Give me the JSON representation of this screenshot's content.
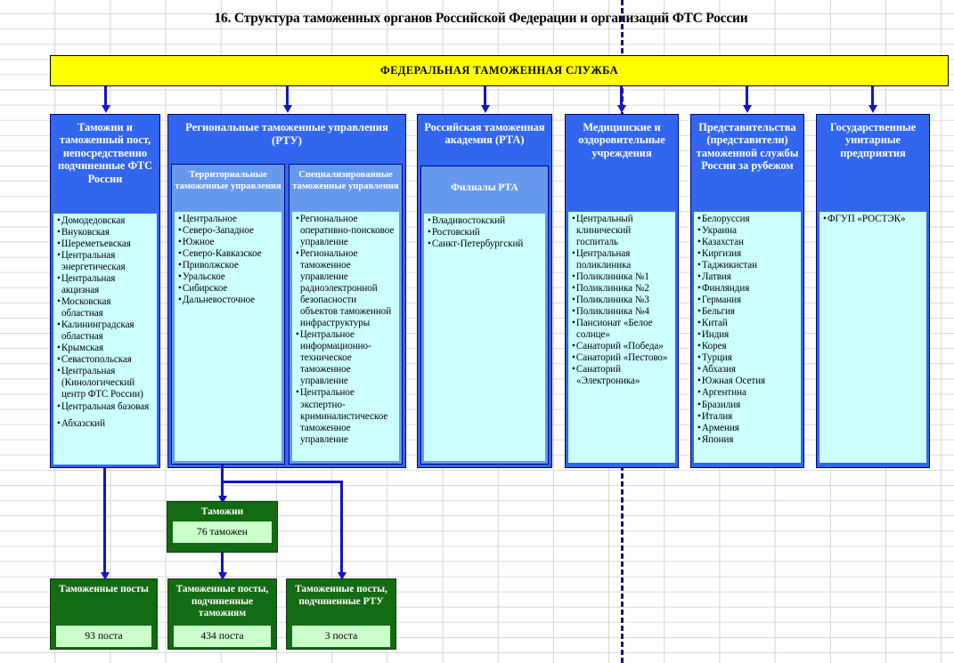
{
  "title": "16. Структура таможенных органов Российской Федерации и организаций ФТС России",
  "root": {
    "label": "ФЕДЕРАЛЬНАЯ ТАМОЖЕННАЯ СЛУЖБА",
    "color": "#ffff00"
  },
  "colors": {
    "header_blue": "#3366ee",
    "sub_blue": "#6699ee",
    "list_bg": "#ccffff",
    "green": "#136b13",
    "green_value_bg": "#ccffcc",
    "arrow": "#1414c8",
    "grid": "#d9d9d9"
  },
  "columns": [
    {
      "header": "Таможни и таможенный пост, непосредственно подчиненные ФТС России",
      "items": [
        "Домодедовская",
        "Внуковская",
        "Шереметьевская",
        "Центральная энергетическая",
        "Центральная акцизная",
        "Московская областная",
        "Калининградская областная",
        "Крымская",
        "Севастопольская",
        "Центральная (Кинологический центр ФТС России)",
        "Центральная базовая",
        "Абхазский"
      ]
    },
    {
      "header": "Региональные таможенные управления (РТУ)",
      "subcolumns": [
        {
          "header": "Территориальные таможенные управления",
          "items": [
            "Центральное",
            "Северо-Западное",
            "Южное",
            "Северо-Кавказское",
            "Приволжское",
            "Уральское",
            "Сибирское",
            "Дальневосточное"
          ]
        },
        {
          "header": "Специализированные таможенные управления",
          "items": [
            "Региональное оперативно-поисковое управление",
            "Региональное таможенное управление радиоэлектронной безопасности объектов таможенной инфраструктуры",
            "Центральное информационно-техническое таможенное управление",
            "Центральное экспертно-криминалистическое таможенное управление"
          ]
        }
      ]
    },
    {
      "header": "Российская таможенная академия (РТА)",
      "subcolumns": [
        {
          "header": "Филиалы РТА",
          "items": [
            "Владивостокский",
            "Ростовский",
            "Санкт-Петербургский"
          ]
        }
      ]
    },
    {
      "header": "Медицинские и оздоровительные учреждения",
      "items": [
        "Центральный клинический госпиталь",
        "Центральная поликлиника",
        "Поликлиника №1",
        "Поликлиника №2",
        "Поликлиника №3",
        "Поликлиника №4",
        "Пансионат «Белое солнце»",
        "Санаторий «Победа»",
        "Санаторий «Пестово»",
        "Санаторий «Электроника»"
      ]
    },
    {
      "header": "Представительства (представители) таможенной службы России за рубежом",
      "items": [
        "Белоруссия",
        "Украина",
        "Казахстан",
        "Киргизия",
        "Таджикистан",
        "Латвия",
        "Финляндия",
        "Германия",
        "Бельгия",
        "Китай",
        "Индия",
        "Корея",
        "Турция",
        "Абхазия",
        "Южная Осетия",
        "Аргентина",
        "Бразилия",
        "Италия",
        "Армения",
        "Япония"
      ]
    },
    {
      "header": "Государственные унитарные предприятия",
      "items": [
        "ФГУП «РОСТЭК»"
      ]
    }
  ],
  "bottom": {
    "customs": {
      "header": "Таможни",
      "value": "76 таможен"
    },
    "posts": [
      {
        "header": "Таможенные посты",
        "value": "93 поста"
      },
      {
        "header": "Таможенные посты, подчиненные таможням",
        "value": "434 поста"
      },
      {
        "header": "Таможенные посты, подчиненные РТУ",
        "value": "3 поста"
      }
    ]
  }
}
